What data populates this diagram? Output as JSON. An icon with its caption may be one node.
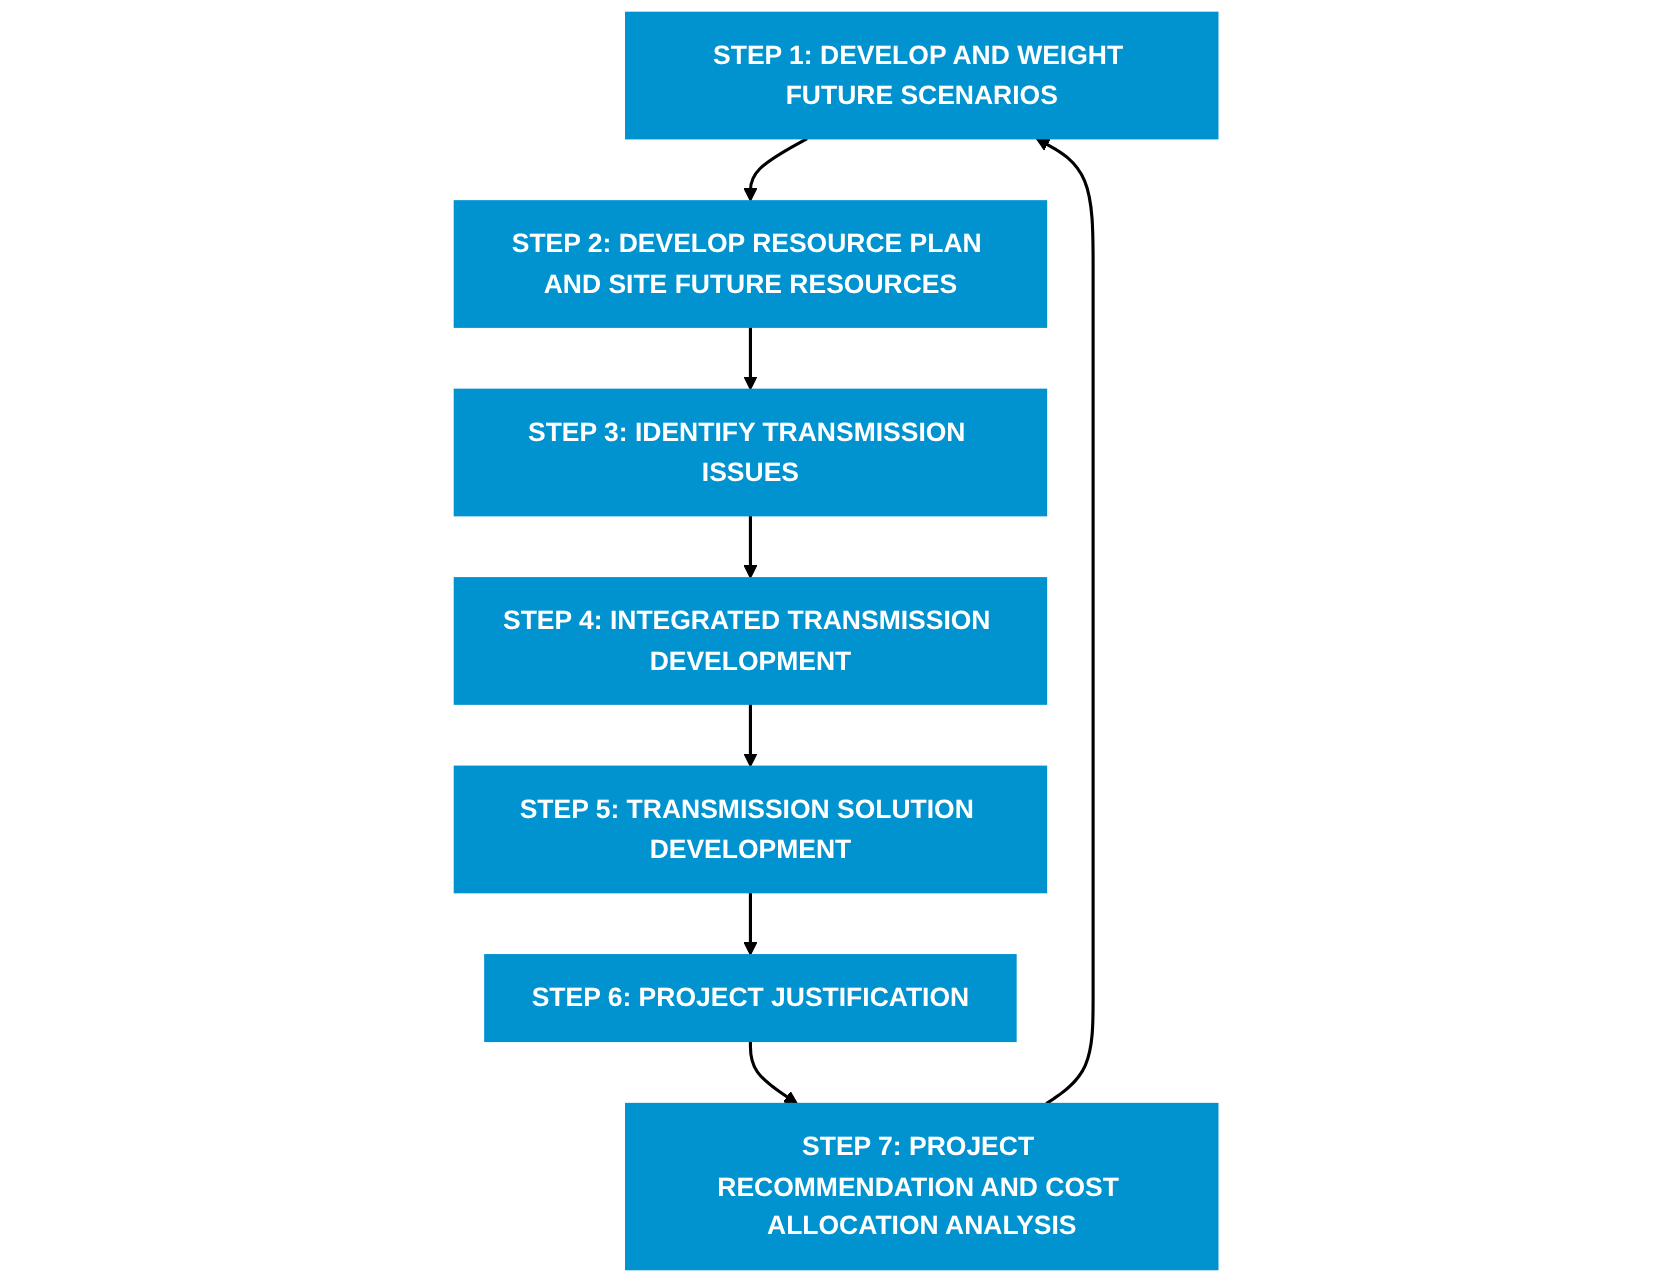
{
  "diagram": {
    "nodes": [
      {
        "text": [
          "STEP 1: DEVELOP AND WEIGHT FUTURE SCENARIOS"
        ]
      },
      {
        "text": [
          "STEP 2: DEVELOP RESOURCE PLAN AND SITE FUTURE RESOURCES"
        ]
      },
      {
        "text": [
          "STEP 3: IDENTIFY TRANSMISSION ISSUES"
        ]
      },
      {
        "text": [
          "STEP 4: INTEGRATED TRANSMISSION DEVELOPMENT"
        ]
      },
      {
        "text": [
          "STEP 5: TRANSMISSION SOLUTION DEVELOPMENT"
        ]
      },
      {
        "text": [
          "STEP 6: PROJECT JUSTIFICATION"
        ]
      },
      {
        "text": [
          "STEP 7: PROJECT RECOMMENDATION AND COST ALLOCATION ANALYSIS"
        ]
      }
    ],
    "edges": [
      {
        "from": 0,
        "to": 1,
        "arrow": "to"
      },
      {
        "from": 1,
        "to": 2,
        "arrow": "to"
      },
      {
        "from": 2,
        "to": 3,
        "arrow": "to"
      },
      {
        "from": 3,
        "to": 4,
        "arrow": "to"
      },
      {
        "from": 4,
        "to": 5,
        "arrow": "to"
      },
      {
        "from": 5,
        "to": 6,
        "arrow": "to"
      },
      {
        "from": 6,
        "to": 0,
        "arrow": "to"
      }
    ]
  }
}
